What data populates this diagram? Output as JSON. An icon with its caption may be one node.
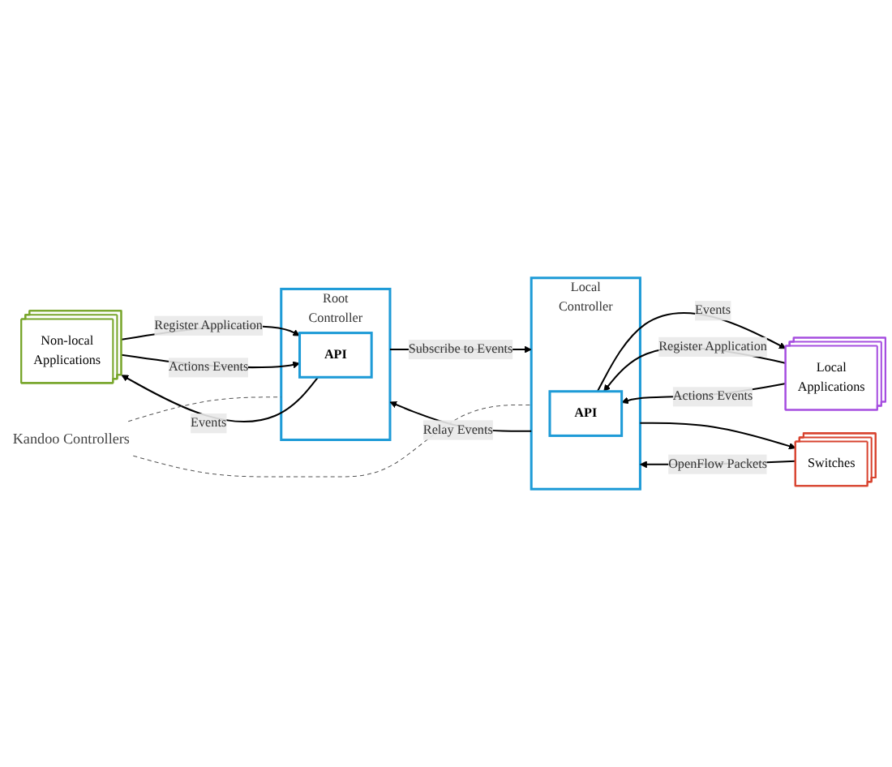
{
  "diagram": {
    "nodes": [
      {
        "text": [
          "Non-local",
          "Applications"
        ]
      },
      {
        "text": [
          "Root",
          "Controller"
        ]
      },
      {
        "text": [
          "API"
        ],
        "in": 1
      },
      {
        "text": [
          "Local",
          "Applications"
        ]
      },
      {
        "text": [
          "Local",
          "Controller"
        ]
      },
      {
        "text": [
          "API"
        ],
        "in": 4
      },
      {
        "text": [
          "Switches"
        ]
      },
      {
        "text": [
          "Kandoo Controllers"
        ]
      }
    ],
    "edges": [
      {
        "from": 0,
        "to": 2,
        "arrow": "to",
        "label": "Register Application"
      },
      {
        "from": 0,
        "to": 2,
        "arrow": "to",
        "label": "Actions Events"
      },
      {
        "from": 2,
        "to": 0,
        "arrow": "to",
        "label": "Events"
      },
      {
        "from": 4,
        "to": 1,
        "arrow": "to",
        "label": "Relay Events"
      },
      {
        "from": 1,
        "to": 4,
        "arrow": "to",
        "label": "Subscribe to Events"
      },
      {
        "from": 3,
        "to": 5,
        "arrow": "to",
        "label": "Register Application"
      },
      {
        "from": 3,
        "to": 5,
        "arrow": "to",
        "label": "Actions Events"
      },
      {
        "from": 5,
        "to": 3,
        "arrow": "to",
        "label": "Events"
      },
      {
        "from": 4,
        "to": 6,
        "arrow": "to"
      },
      {
        "from": 6,
        "to": 4,
        "arrow": "to",
        "label": "OpenFlow Packets"
      },
      {
        "from": 7,
        "to": 1,
        "arrow": "none",
        "style": "dashed"
      },
      {
        "from": 7,
        "to": 4,
        "arrow": "none",
        "style": "dashed"
      }
    ]
  }
}
